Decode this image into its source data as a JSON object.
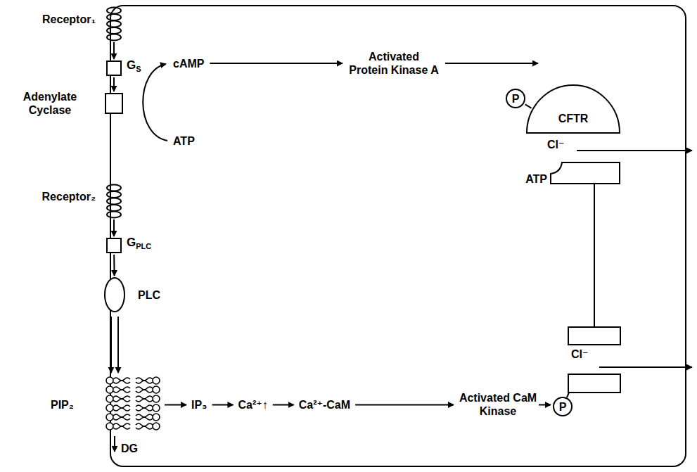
{
  "diagram": {
    "nodes": [
      {
        "text": [
          "Receptor₁"
        ]
      },
      {
        "text": [
          "GS"
        ]
      },
      {
        "text": [
          "Adenylate Cyclase"
        ]
      },
      {
        "text": [
          "P"
        ]
      },
      {
        "text": [
          "CFTR"
        ]
      },
      {
        "text": [
          "ATP"
        ]
      },
      {
        "text": [
          "Receptor₂"
        ]
      },
      {
        "text": [
          "GPLC"
        ]
      },
      {
        "text": [
          "PLC"
        ]
      },
      {
        "text": [
          "P"
        ]
      }
    ],
    "edges": [
      {
        "from": 0,
        "to": 1,
        "arrow": "to"
      },
      {
        "from": 1,
        "to": 2,
        "arrow": "to"
      },
      {
        "from": 3,
        "to": 4,
        "arrow": "none"
      },
      {
        "from": 6,
        "to": 7,
        "arrow": "to"
      },
      {
        "from": 7,
        "to": 8,
        "arrow": "to"
      }
    ],
    "labels": [
      "cAMP",
      "ATP",
      "Activated Protein Kinase A",
      "Cl⁻",
      "PIP₂",
      "DG",
      "IP₃",
      "Ca²⁺↑",
      "Ca²⁺-CaM",
      "Activated CaM Kinase",
      "Cl⁻"
    ]
  }
}
